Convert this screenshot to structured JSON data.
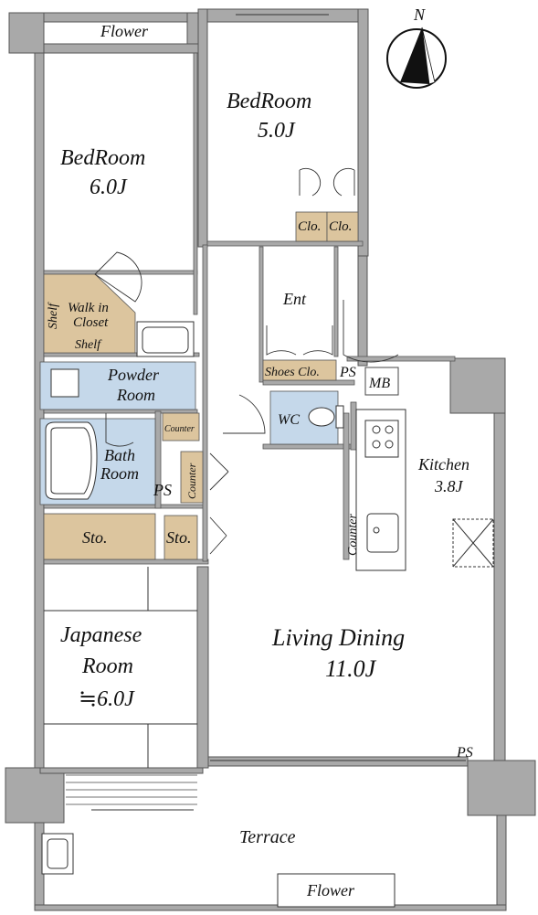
{
  "compass": {
    "north_label": "N",
    "icon": "north-arrow-icon"
  },
  "rooms": {
    "flower_top": "Flower",
    "bedroom_west_name": "BedRoom",
    "bedroom_west_size": "6.0J",
    "bedroom_north_name": "BedRoom",
    "bedroom_north_size": "5.0J",
    "closet_1": "Clo.",
    "closet_2": "Clo.",
    "entrance": "Ent",
    "shelf_vertical": "Shelf",
    "walk_in_line1": "Walk in",
    "walk_in_line2": "Closet",
    "shelf_horizontal": "Shelf",
    "shoes_closet": "Shoes Clo.",
    "ps_1": "PS",
    "mb": "MB",
    "powder_line1": "Powder",
    "powder_line2": "Room",
    "counter_small": "Counter",
    "wc": "WC",
    "bath_line1": "Bath",
    "bath_line2": "Room",
    "ps_2": "PS",
    "counter_vertical_1": "Counter",
    "kitchen_name": "Kitchen",
    "kitchen_size": "3.8J",
    "counter_vertical_2": "Counter",
    "storage_1": "Sto.",
    "storage_2": "Sto.",
    "japanese_line1": "Japanese",
    "japanese_line2": "Room",
    "japanese_size": "≒6.0J",
    "living_name": "Living Dining",
    "living_size": "11.0J",
    "ps_3": "PS",
    "terrace": "Terrace",
    "flower_bottom": "Flower"
  },
  "colors": {
    "wall": "#a9a9a9",
    "wall_stroke": "#555555",
    "storage_fill": "#dcc59e",
    "wet_fill": "#c5d8ea",
    "floor": "#ffffff"
  }
}
